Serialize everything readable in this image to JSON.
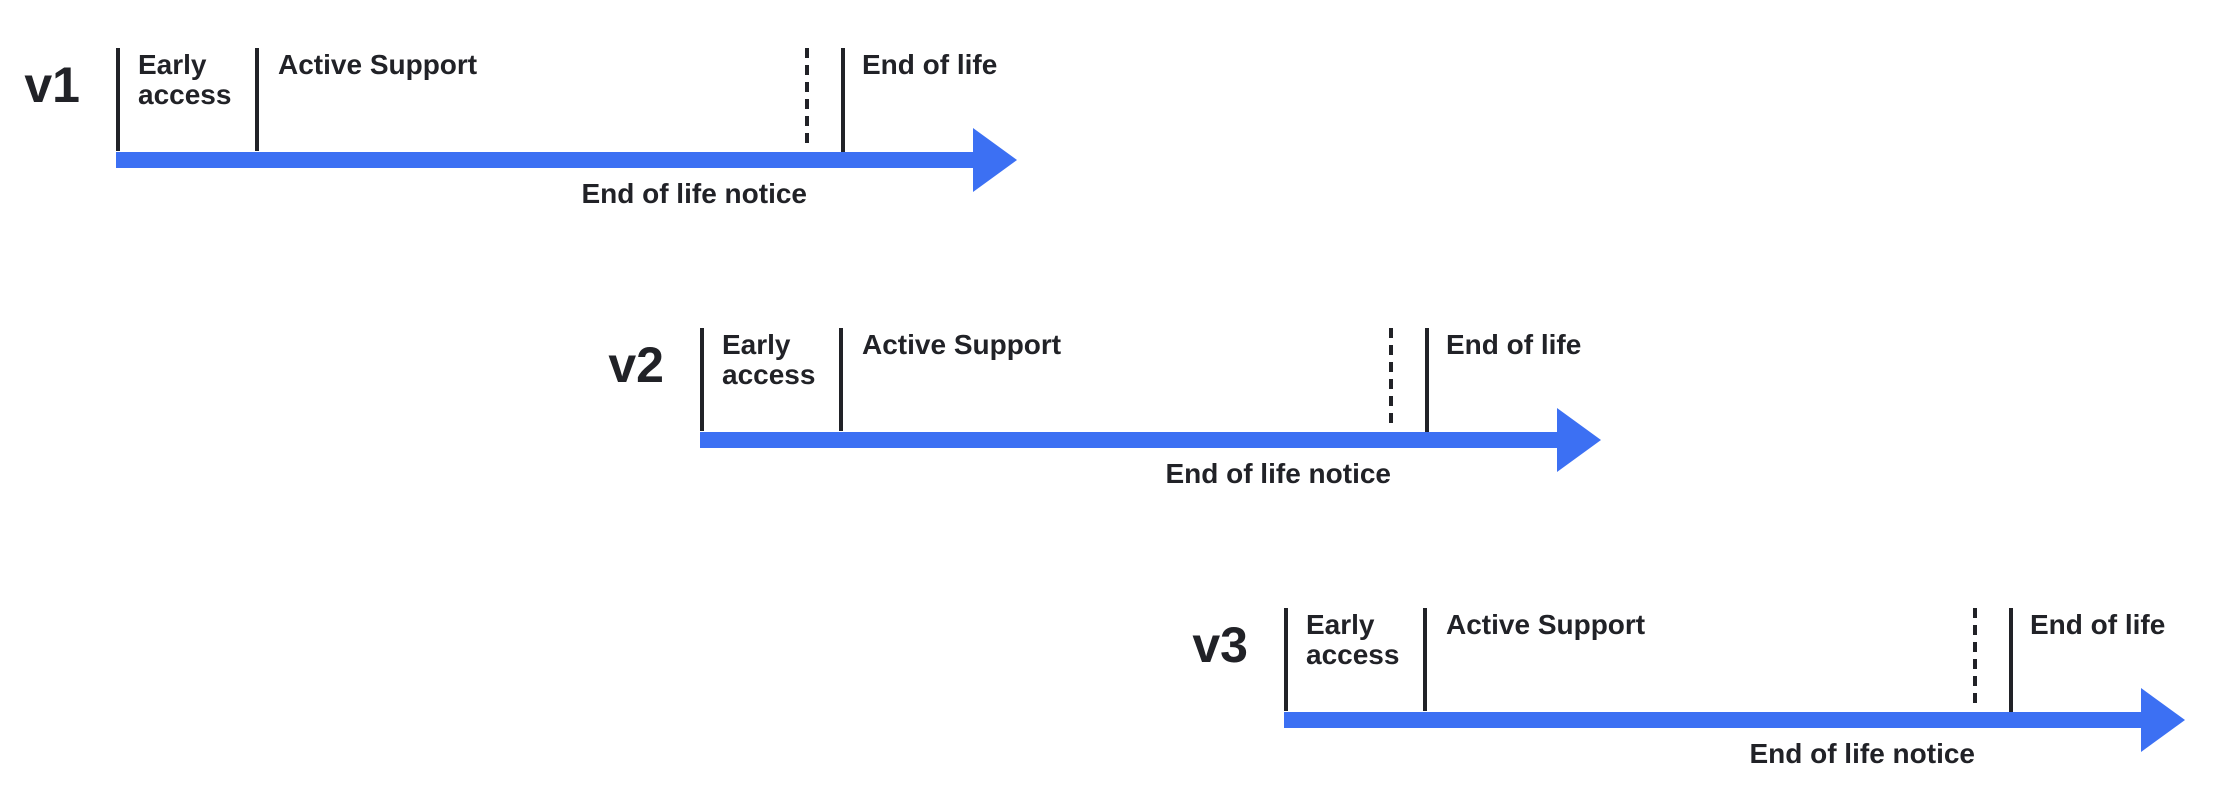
{
  "colors": {
    "accent": "#3C70F3",
    "ink": "#212227",
    "bg": "#FFFFFF"
  },
  "diagram": {
    "timelines": [
      {
        "version": "v1",
        "early_access": "Early access",
        "active_support": "Active Support",
        "end_of_life": "End of life",
        "end_of_life_notice": "End of life notice"
      },
      {
        "version": "v2",
        "early_access": "Early access",
        "active_support": "Active Support",
        "end_of_life": "End of life",
        "end_of_life_notice": "End of life notice"
      },
      {
        "version": "v3",
        "early_access": "Early access",
        "active_support": "Active Support",
        "end_of_life": "End of life",
        "end_of_life_notice": "End of life notice"
      }
    ]
  }
}
